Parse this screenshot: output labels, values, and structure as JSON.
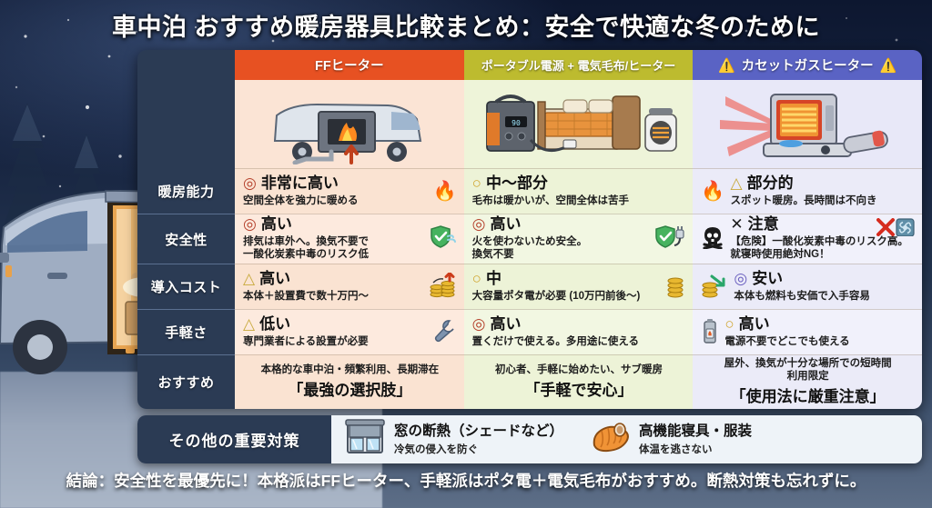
{
  "title": "車中泊 おすすめ暖房器具比較まとめ：安全で快適な冬のために",
  "row_labels": [
    {
      "label": "暖房能力"
    },
    {
      "label": "安全性"
    },
    {
      "label": "導入コスト"
    },
    {
      "label": "手軽さ"
    },
    {
      "label": "おすすめ"
    }
  ],
  "columns": [
    {
      "id": "ff-heater",
      "header": "FFヒーター",
      "header_color": "#e75122",
      "warning": false,
      "illustration": "van-with-ff-heater-illustration",
      "cells": [
        {
          "mark": "◎",
          "mark_type": "double-circle",
          "verdict": "非常に高い",
          "detail": "空間全体を強力に暖める",
          "icon": "flame-icon",
          "icon_glyph": "🔥"
        },
        {
          "mark": "◎",
          "mark_type": "double-circle",
          "verdict": "高い",
          "detail": "排気は車外へ。換気不要で\n一酸化炭素中毒のリスク低",
          "icon": "shield-check-vent-icon",
          "icon_glyph": "🛡️"
        },
        {
          "mark": "△",
          "mark_type": "triangle",
          "verdict": "高い",
          "detail": "本体＋設置費で数十万円〜",
          "icon": "coins-up-icon",
          "icon_glyph": "💰"
        },
        {
          "mark": "△",
          "mark_type": "triangle",
          "verdict": "低い",
          "detail": "専門業者による設置が必要",
          "icon": "wrench-icon",
          "icon_glyph": "🔧"
        }
      ],
      "recommend": {
        "line": "本格的な車中泊・頻繁利用、長期滞在",
        "badge": "「最強の選択肢」"
      }
    },
    {
      "id": "portable-power-blanket",
      "header": "ポータブル電源 + 電気毛布/ヒーター",
      "header_color": "#bdbb2f",
      "warning": false,
      "illustration": "power-station-electric-blanket-heater-illustration",
      "cells": [
        {
          "mark": "○",
          "mark_type": "circle",
          "verdict": "中〜部分",
          "detail": "毛布は暖かいが、空間全体は苦手",
          "icon": "",
          "icon_glyph": ""
        },
        {
          "mark": "◎",
          "mark_type": "double-circle",
          "verdict": "高い",
          "detail": "火を使わないため安全。\n換気不要",
          "icon": "shield-check-plug-icon",
          "icon_glyph": "🛡️"
        },
        {
          "mark": "○",
          "mark_type": "circle",
          "verdict": "中",
          "detail": "大容量ポタ電が必要 (10万円前後〜)",
          "icon": "coins-icon",
          "icon_glyph": "🪙"
        },
        {
          "mark": "◎",
          "mark_type": "double-circle",
          "verdict": "高い",
          "detail": "置くだけで使える。多用途に使える",
          "icon": "",
          "icon_glyph": ""
        }
      ],
      "recommend": {
        "line": "初心者、手軽に始めたい、サブ暖房",
        "badge": "「手軽で安心」"
      }
    },
    {
      "id": "cassette-gas-heater",
      "header": "カセットガスヒーター",
      "header_color": "#5a63c4",
      "warning": true,
      "warning_glyph": "⚠️",
      "illustration": "cassette-gas-heater-illustration",
      "cells": [
        {
          "mark": "△",
          "mark_type": "triangle",
          "verdict": "部分的",
          "detail": "スポット暖房。長時間は不向き",
          "icon": "flame-icon",
          "icon_glyph": "🔥",
          "icon_side": "left"
        },
        {
          "mark": "✕",
          "mark_type": "cross",
          "verdict": "注意",
          "detail": "【危険】一酸化炭素中毒のリスク高。\n就寝時使用絶対NG！",
          "icon": "skull-icon",
          "icon_glyph": "☠️",
          "icon_side": "left",
          "extra_icon": "no-ventilation-icon",
          "extra_glyph": "❌"
        },
        {
          "mark": "◎",
          "mark_type": "double-circle-purple",
          "verdict": "安い",
          "detail": "本体も燃料も安価で入手容易",
          "icon": "coins-down-icon",
          "icon_glyph": "💰",
          "icon_side": "left"
        },
        {
          "mark": "○",
          "mark_type": "circle",
          "verdict": "高い",
          "detail": "電源不要でどこでも使える",
          "icon": "gas-canister-icon",
          "icon_glyph": "🧴",
          "icon_side": "left"
        }
      ],
      "recommend": {
        "line": "屋外、換気が十分な場所での短時間\n利用限定",
        "badge": "「使用法に厳重注意」"
      }
    }
  ],
  "other_measures": {
    "title": "その他の重要対策",
    "items": [
      {
        "icon": "window-shade-icon",
        "head": "窓の断熱（シェードなど）",
        "sub": "冷気の侵入を防ぐ"
      },
      {
        "icon": "sleeping-bag-icon",
        "head": "高機能寝具・服装",
        "sub": "体温を逃さない"
      }
    ]
  },
  "conclusion": "結論：安全性を最優先に！本格派はFFヒーター、手軽派はポタ電＋電気毛布がおすすめ。断熱対策も忘れずに。"
}
